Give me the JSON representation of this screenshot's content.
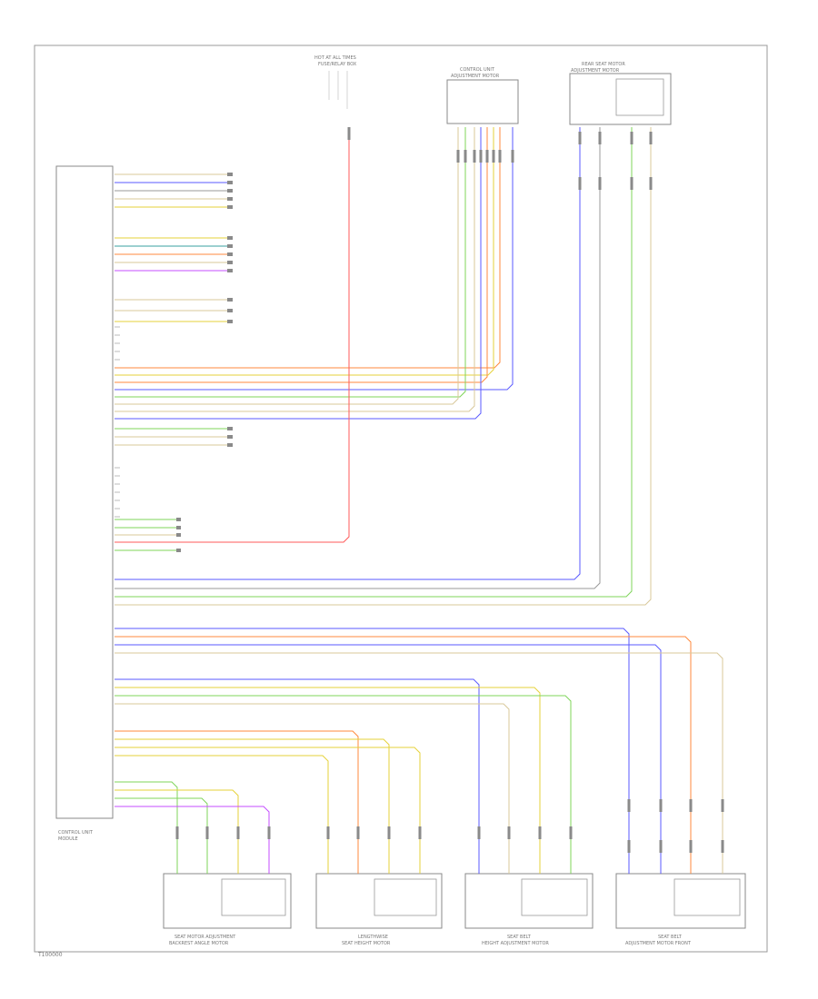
{
  "diagram": {
    "footer_code": "T100000",
    "colors": {
      "red": "#ff5a5a",
      "orange": "#ff8a3c",
      "yellow": "#e6d23a",
      "green": "#7fd45a",
      "blue": "#5a5aff",
      "teal": "#3aa0a0",
      "violet": "#c44cff",
      "gray": "#9a9a9a",
      "tan": "#d8c89a",
      "black": "#444444"
    },
    "components": {
      "top_center": {
        "label_line1": "HOT AT ALL TIMES",
        "label_line2": "FUSE/RELAY BOX"
      },
      "top_mid": {
        "label_line1": "CONTROL UNIT",
        "label_line2": "ADJUSTMENT MOTOR"
      },
      "top_right": {
        "label_line1": "REAR SEAT MOTOR",
        "label_line2": "ADJUSTMENT MOTOR"
      },
      "main_module": {
        "label_line1": "CONTROL UNIT",
        "label_line2": "MODULE"
      },
      "bottom_1": {
        "label_line1": "SEAT MOTOR ADJUSTMENT",
        "label_line2": "BACKREST ANGLE MOTOR"
      },
      "bottom_2": {
        "label_line1": "LENGTHWISE",
        "label_line2": "SEAT HEIGHT MOTOR"
      },
      "bottom_3": {
        "label_line1": "SEAT BELT",
        "label_line2": "HEIGHT ADJUSTMENT MOTOR"
      },
      "bottom_4": {
        "label_line1": "SEAT BELT",
        "label_line2": "ADJUSTMENT MOTOR FRONT"
      }
    }
  }
}
